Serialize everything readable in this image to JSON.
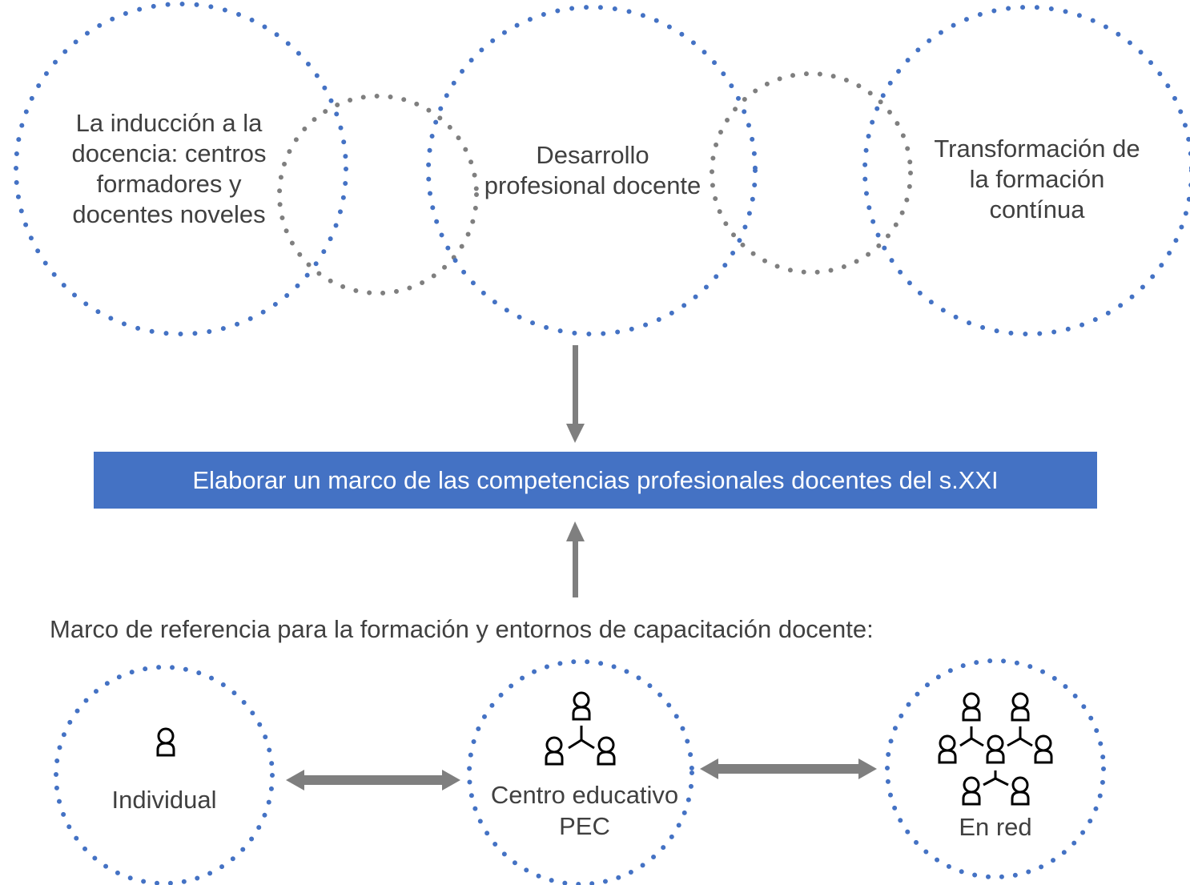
{
  "top_circles": [
    {
      "label_lines": [
        "La inducción a la",
        "docencia: centros",
        "formadores y",
        "docentes noveles"
      ]
    },
    {
      "label_lines": [
        "Desarrollo",
        "profesional docente"
      ]
    },
    {
      "label_lines": [
        "Transformación de",
        "la formación",
        "contínua"
      ]
    }
  ],
  "central_box": {
    "text": "Elaborar un marco de las competencias profesionales docentes del s.XXI"
  },
  "reference_title": "Marco de referencia para la formación y entornos de capacitación docente:",
  "bottom_circles": [
    {
      "label_lines": [
        "Individual"
      ],
      "icon": "person-icon"
    },
    {
      "label_lines": [
        "Centro educativo",
        "PEC"
      ],
      "icon": "people-hierarchy-icon"
    },
    {
      "label_lines": [
        "En red"
      ],
      "icon": "network-people-icon"
    }
  ],
  "colors": {
    "blue_dots": "#4472c4",
    "gray_dots": "#7f7f7f",
    "arrow": "#7f7f7f",
    "box_fill": "#4472c4",
    "text": "#404040"
  }
}
